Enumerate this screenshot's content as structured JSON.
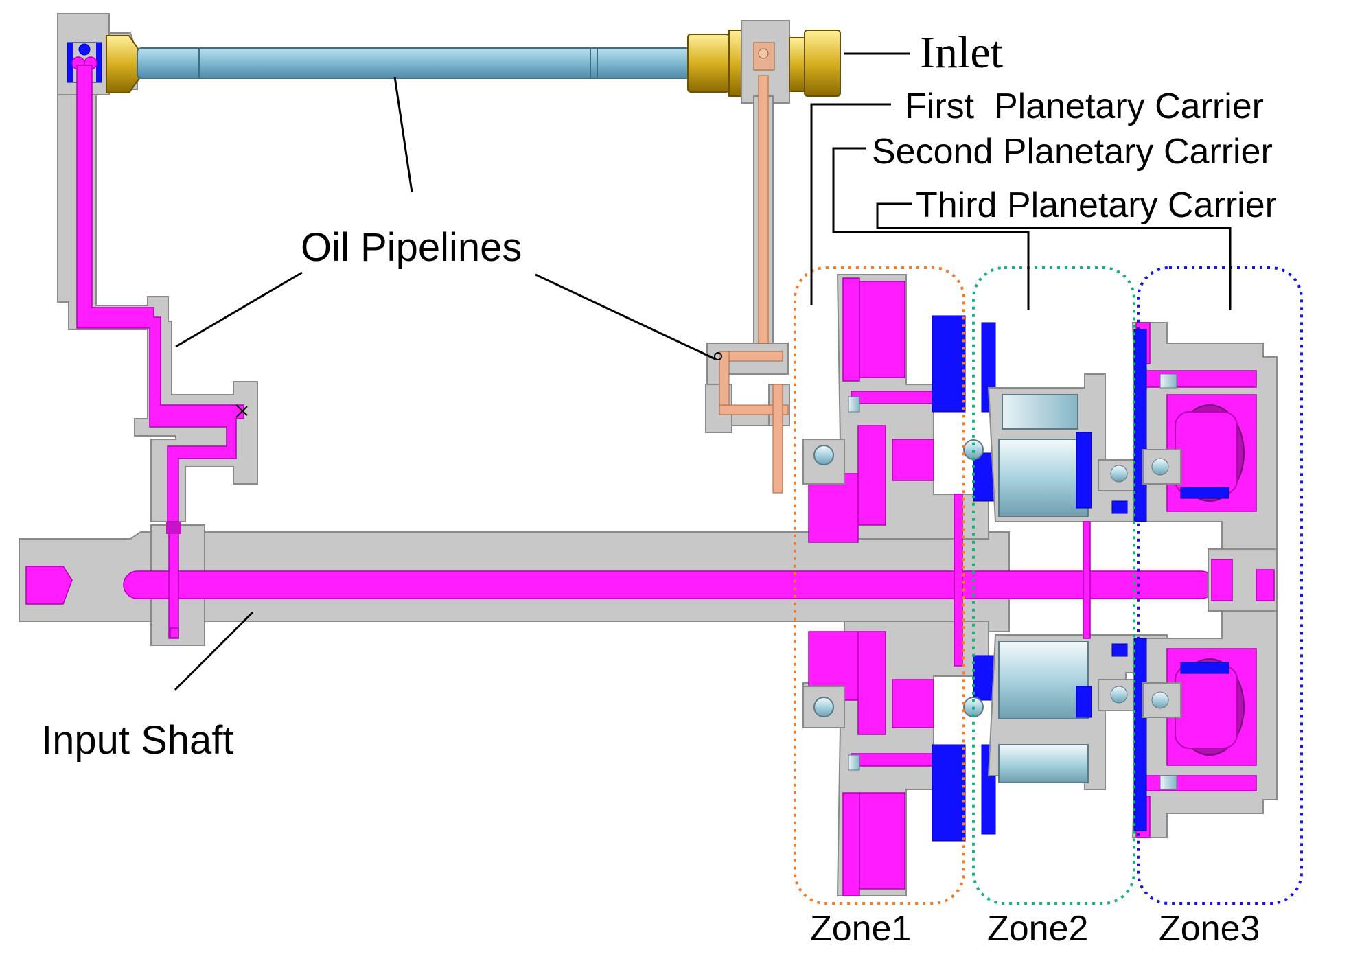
{
  "labels": {
    "inlet": "Inlet",
    "first_carrier": "First  Planetary Carrier",
    "second_carrier": "Second Planetary Carrier",
    "third_carrier": "Third Planetary Carrier",
    "oil_pipelines": "Oil Pipelines",
    "input_shaft": "Input Shaft"
  },
  "zones": [
    {
      "label": "Zone1",
      "color": "#f47a2c"
    },
    {
      "label": "Zone2",
      "color": "#17b07a"
    },
    {
      "label": "Zone3",
      "color": "#1414e6"
    }
  ],
  "colors": {
    "housing_gray": "#c8c8c8",
    "oil_channel_magenta": "#ff1cff",
    "seal_blue": "#1010ff",
    "pipe_light_blue": "#8fc4d8",
    "inlet_fitting_gold": "#d8b020",
    "branch_pipe_orange": "#f0b090"
  }
}
